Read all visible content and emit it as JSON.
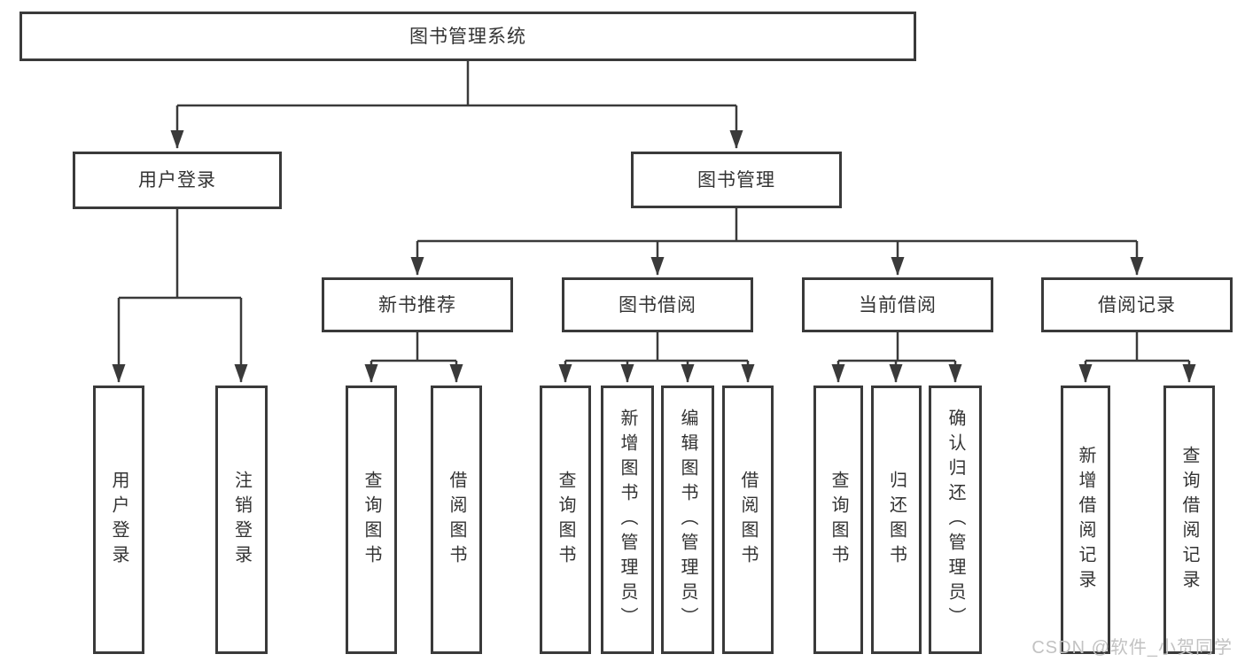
{
  "root": {
    "label": "图书管理系统"
  },
  "branches": [
    {
      "label": "用户登录",
      "children": [
        {
          "label": "用户登录"
        },
        {
          "label": "注销登录"
        }
      ]
    },
    {
      "label": "图书管理",
      "children": [
        {
          "label": "新书推荐",
          "children": [
            {
              "label": "查询图书"
            },
            {
              "label": "借阅图书"
            }
          ]
        },
        {
          "label": "图书借阅",
          "children": [
            {
              "label": "查询图书"
            },
            {
              "label": "新增图书（管理员）"
            },
            {
              "label": "编辑图书（管理员）"
            },
            {
              "label": "借阅图书"
            }
          ]
        },
        {
          "label": "当前借阅",
          "children": [
            {
              "label": "查询图书"
            },
            {
              "label": "归还图书"
            },
            {
              "label": "确认归还（管理员）"
            }
          ]
        },
        {
          "label": "借阅记录",
          "children": [
            {
              "label": "新增借阅记录"
            },
            {
              "label": "查询借阅记录"
            }
          ]
        }
      ]
    }
  ],
  "watermark": {
    "text": "CSDN @软件_小贺同学"
  },
  "colors": {
    "line": "#3a3a3a",
    "border": "#3a3a3a",
    "text": "#333333",
    "background": "#ffffff",
    "watermark": "#c2c2c2"
  }
}
